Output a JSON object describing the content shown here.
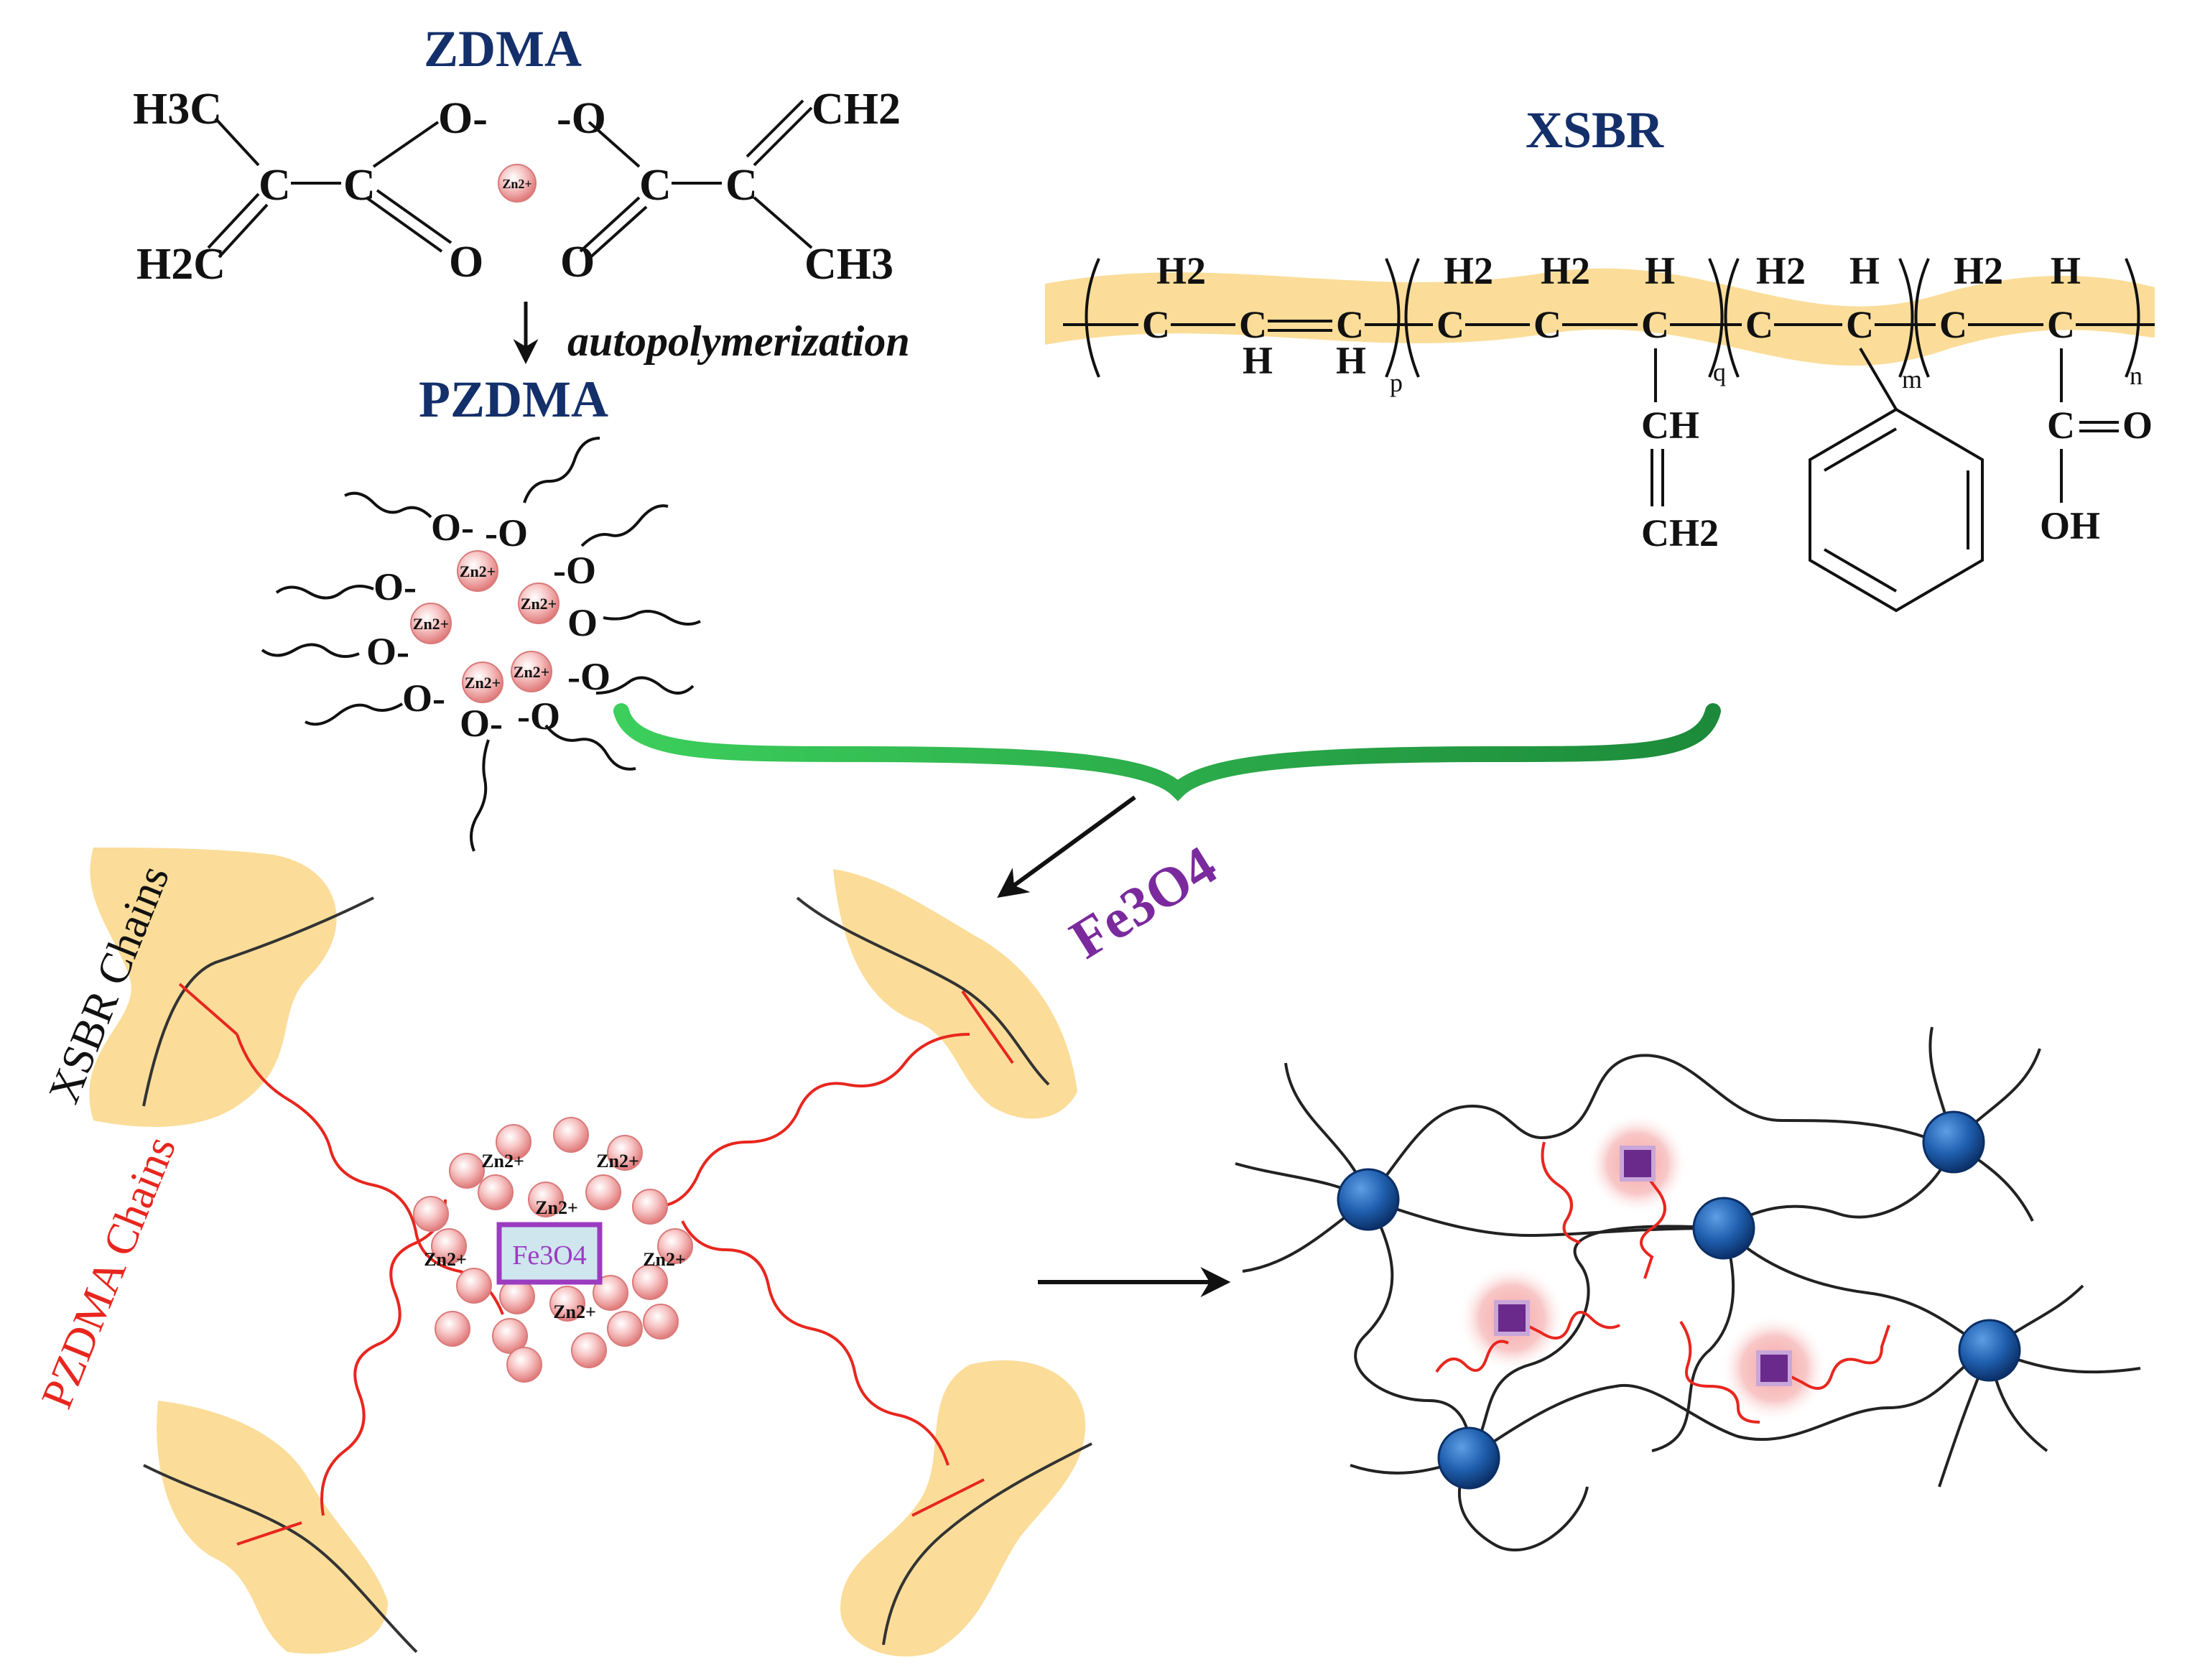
{
  "labels": {
    "zdma": "ZDMA",
    "pzdma": "PZDMA",
    "xsbr": "XSBR",
    "autopolymerization": "autopolymerization",
    "fe3o4_main": "Fe3O4",
    "fe3o4_box": "Fe3O4",
    "xsbr_chains": "XSBR Chains",
    "pzdma_chains": "PZDMA Chains",
    "zn_ion": "Zn2+"
  },
  "zdma_structure": {
    "h3c": "H3C",
    "h2c": "H2C",
    "ch2": "CH2",
    "ch3": "CH3",
    "c": "C",
    "o": "O",
    "o_minus": "O-",
    "minus_o": "-O"
  },
  "xsbr_structure": {
    "h2": "H2",
    "h": "H",
    "c": "C",
    "ch": "CH",
    "ch2": "CH2",
    "o": "O",
    "oh": "OH",
    "sub_p": "p",
    "sub_q": "q",
    "sub_m": "m",
    "sub_n": "n"
  },
  "pzdma_cluster": {
    "o": "O",
    "o_minus": "O-",
    "minus_o": "-O",
    "zn": "Zn2+"
  },
  "colors": {
    "title_blue": "#14306b",
    "highlight_yellow": "#fbd98e",
    "brace_green": "#2bb34b",
    "fe3o4_purple": "#7a2a9c",
    "pzdma_red": "#e8261e",
    "node_blue": "#1f5fae",
    "zn_pink": "#f4b5b5"
  }
}
